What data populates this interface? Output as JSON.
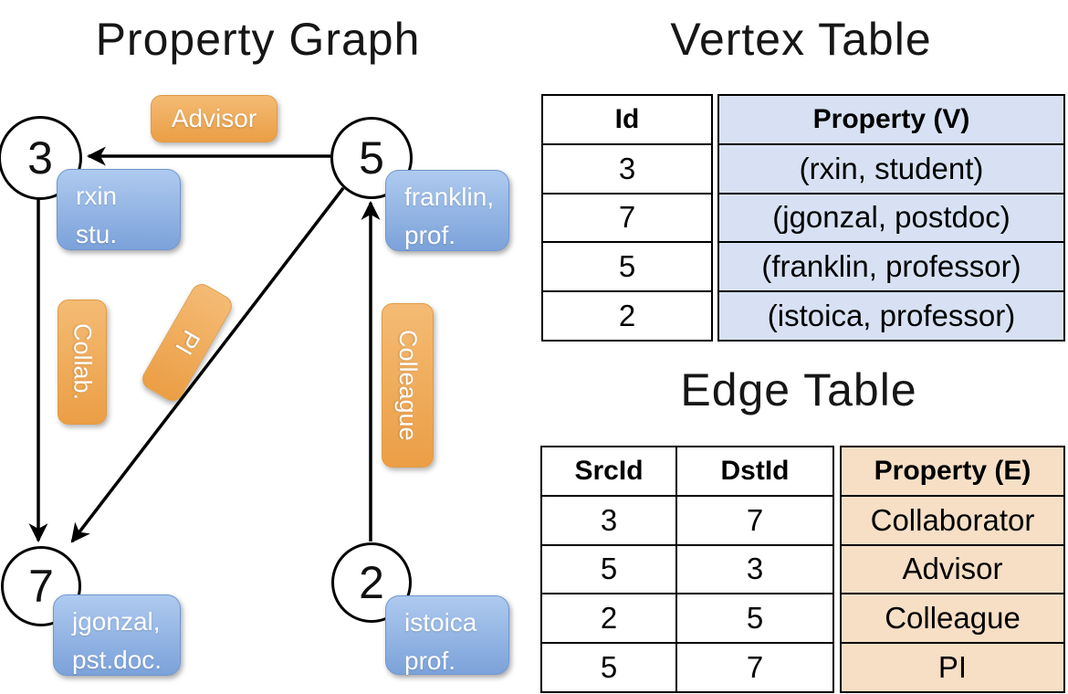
{
  "titles": {
    "graph": "Property Graph",
    "vertex_table": "Vertex Table",
    "edge_table": "Edge Table"
  },
  "colors": {
    "edge_label_orange": "#EB9E45",
    "vertex_label_blue": "#7CA2DA",
    "vertex_table_property_bg": "#D7E1F3",
    "edge_table_property_bg": "#F6DFC5",
    "line_black": "#000000"
  },
  "graph": {
    "vertices": {
      "v3": {
        "id": "3",
        "label_line1": "rxin",
        "label_line2": "stu."
      },
      "v5": {
        "id": "5",
        "label_line1": "franklin,",
        "label_line2": "prof."
      },
      "v7": {
        "id": "7",
        "label_line1": "jgonzal,",
        "label_line2": "pst.doc."
      },
      "v2": {
        "id": "2",
        "label_line1": "istoica",
        "label_line2": "prof."
      }
    },
    "edge_labels": {
      "advisor": "Advisor",
      "collab": "Collab.",
      "pi": "PI",
      "colleague": "Colleague"
    }
  },
  "vertex_table": {
    "headers": {
      "id": "Id",
      "property": "Property (V)"
    },
    "rows": [
      {
        "id": "3",
        "property": "(rxin, student)"
      },
      {
        "id": "7",
        "property": "(jgonzal, postdoc)"
      },
      {
        "id": "5",
        "property": "(franklin, professor)"
      },
      {
        "id": "2",
        "property": "(istoica, professor)"
      }
    ]
  },
  "edge_table": {
    "headers": {
      "src": "SrcId",
      "dst": "DstId",
      "property": "Property (E)"
    },
    "rows": [
      {
        "src": "3",
        "dst": "7",
        "property": "Collaborator"
      },
      {
        "src": "5",
        "dst": "3",
        "property": "Advisor"
      },
      {
        "src": "2",
        "dst": "5",
        "property": "Colleague"
      },
      {
        "src": "5",
        "dst": "7",
        "property": "PI"
      }
    ]
  }
}
